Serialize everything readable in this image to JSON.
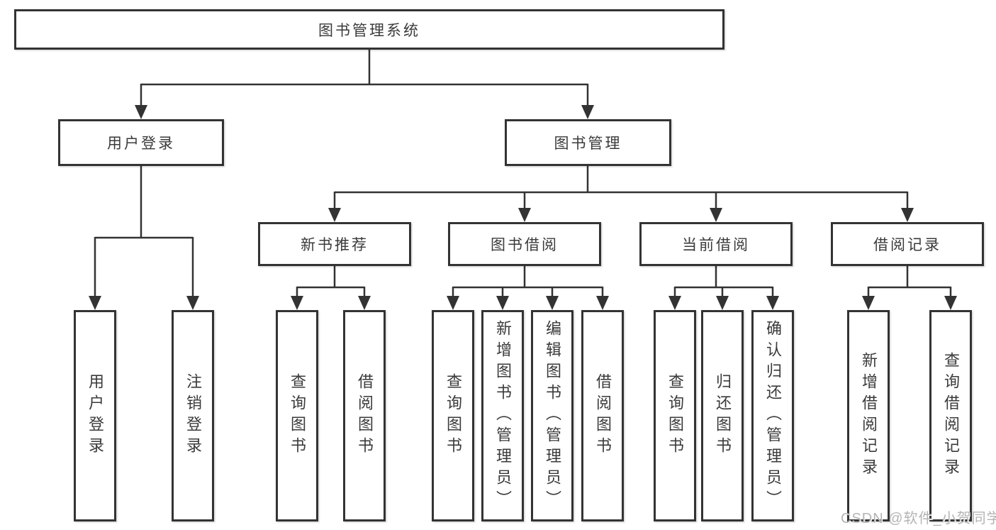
{
  "diagram": {
    "type": "hierarchy-tree",
    "level1": {
      "label": "图书管理系统"
    },
    "level2": [
      {
        "label": "用户登录",
        "parent": "图书管理系统"
      },
      {
        "label": "图书管理",
        "parent": "图书管理系统"
      }
    ],
    "level3": [
      {
        "label": "新书推荐",
        "parent": "图书管理"
      },
      {
        "label": "图书借阅",
        "parent": "图书管理"
      },
      {
        "label": "当前借阅",
        "parent": "图书管理"
      },
      {
        "label": "借阅记录",
        "parent": "图书管理"
      }
    ],
    "level4": [
      {
        "label": "用户登录",
        "parent": "用户登录"
      },
      {
        "label": "注销登录",
        "parent": "用户登录"
      },
      {
        "label": "查询图书",
        "parent": "新书推荐"
      },
      {
        "label": "借阅图书",
        "parent": "新书推荐"
      },
      {
        "label": "查询图书",
        "parent": "图书借阅"
      },
      {
        "label": "新增图书（管理员）",
        "parent": "图书借阅"
      },
      {
        "label": "编辑图书（管理员）",
        "parent": "图书借阅"
      },
      {
        "label": "借阅图书",
        "parent": "图书借阅"
      },
      {
        "label": "查询图书",
        "parent": "当前借阅"
      },
      {
        "label": "归还图书",
        "parent": "当前借阅"
      },
      {
        "label": "确认归还（管理员）",
        "parent": "当前借阅"
      },
      {
        "label": "新增借阅记录",
        "parent": "借阅记录"
      },
      {
        "label": "查询借阅记录",
        "parent": "借阅记录"
      }
    ],
    "watermark": "CSDN @软件_小贺同学",
    "colors": {
      "line": "#333333",
      "box_border": "#333333",
      "box_fill": "#ffffff",
      "text": "#3a3a3a",
      "watermark": "#b4b4b4",
      "background": "#ffffff"
    }
  }
}
